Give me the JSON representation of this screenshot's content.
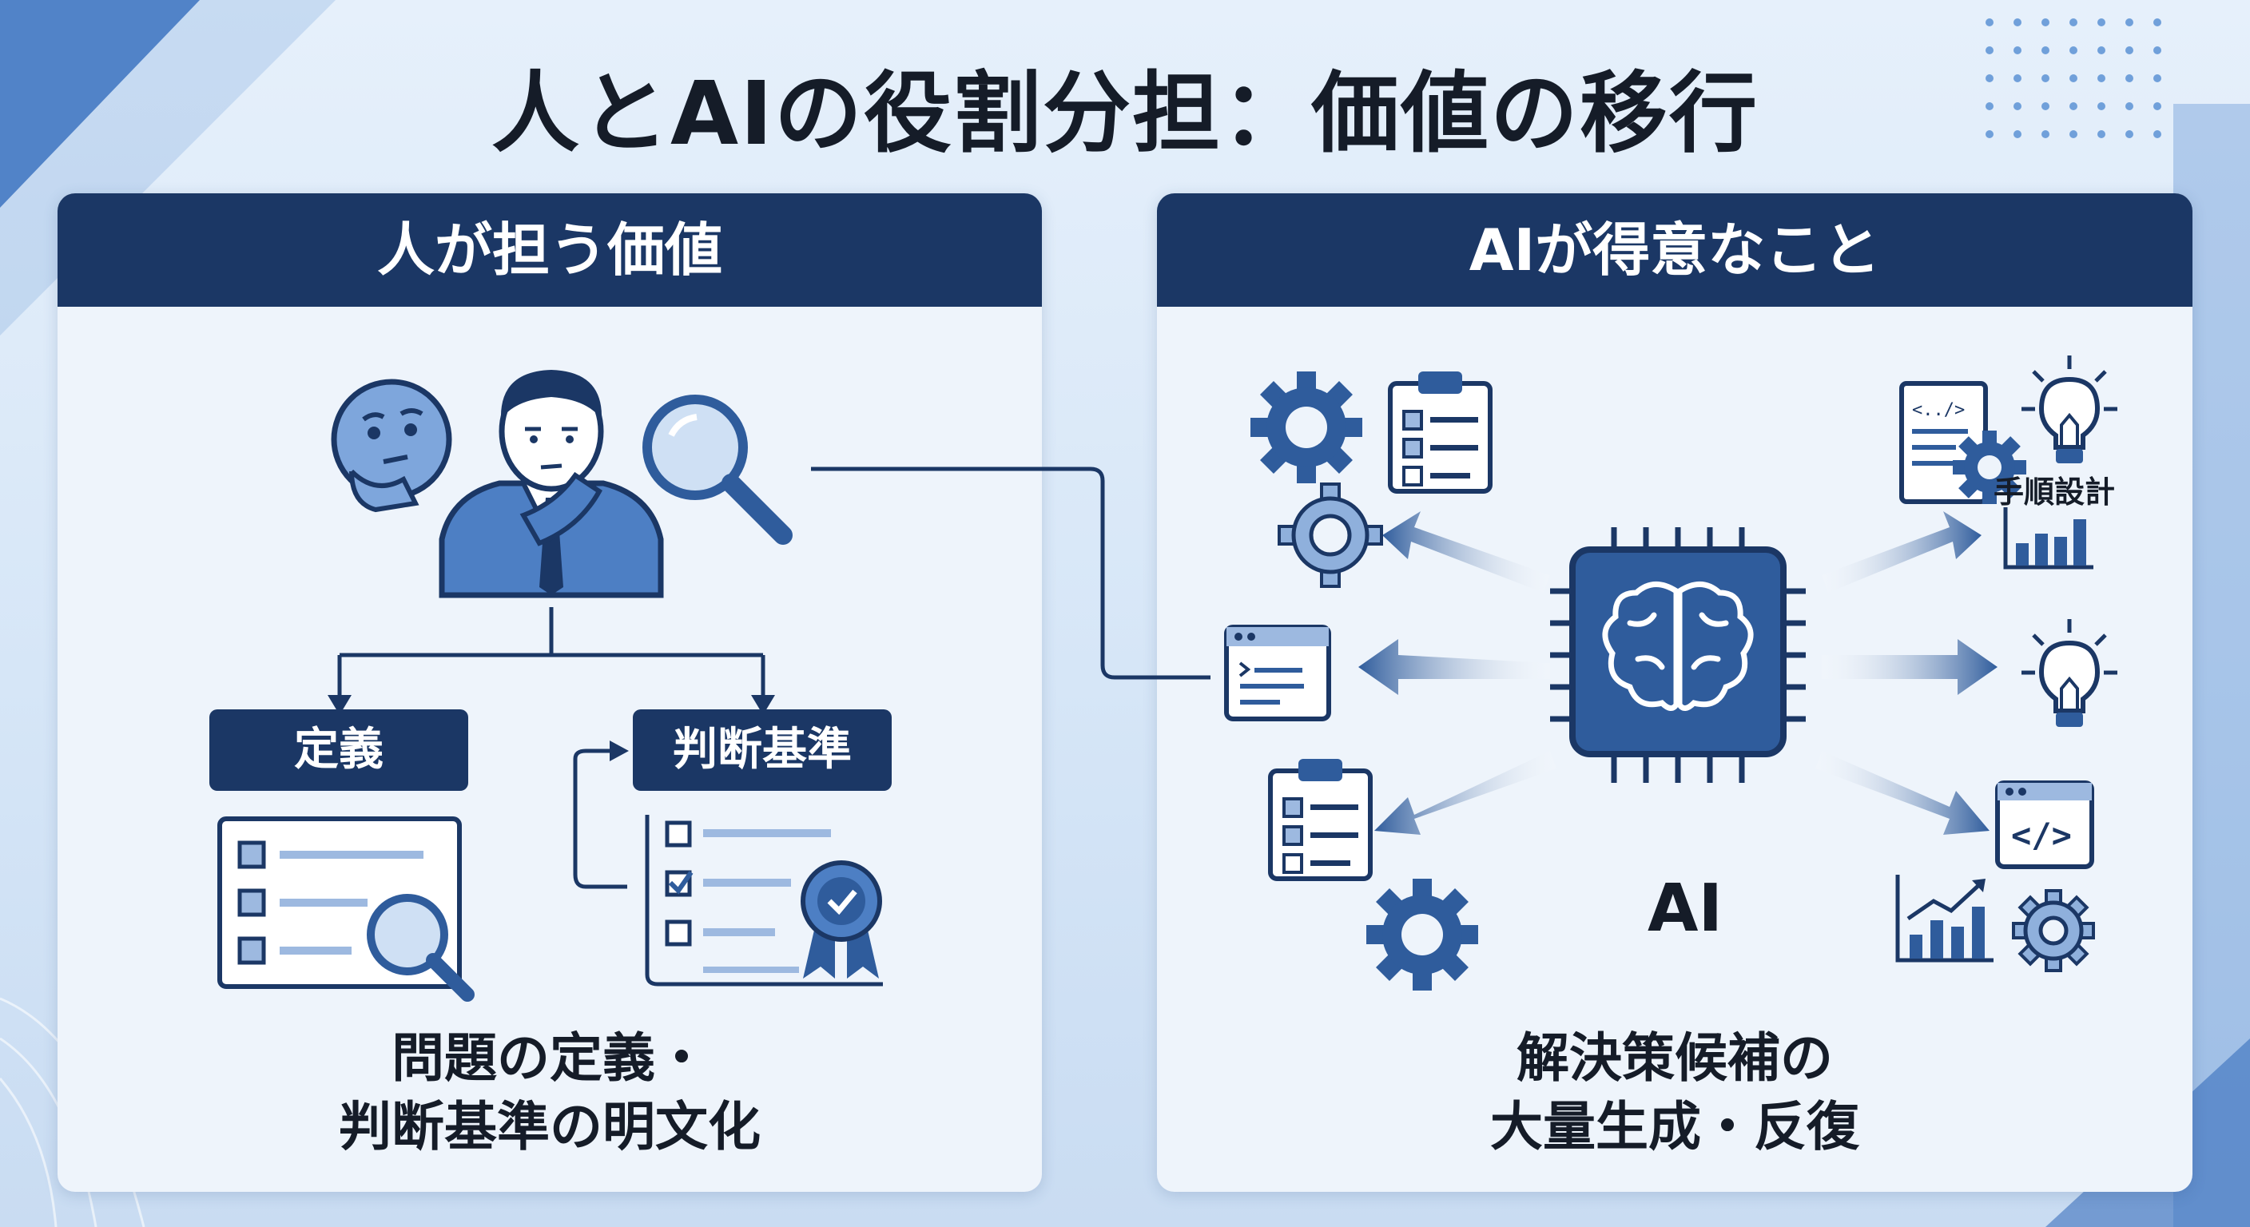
{
  "title": "人とAIの役割分担：価値の移行",
  "left_panel": {
    "header": "人が担う価値",
    "pill_definition": "定義",
    "pill_criteria": "判断基準",
    "caption_line1": "問題の定義・",
    "caption_line2": "判断基準の明文化"
  },
  "right_panel": {
    "header": "AIが得意なこと",
    "ai_label": "AI",
    "procedure_label": "手順設計",
    "caption_line1": "解決策候補の",
    "caption_line2": "大量生成・反復"
  },
  "colors": {
    "navy": "#1b3765",
    "blue": "#2f5c9c",
    "light_blue": "#b9d0ee",
    "background": "#dfeaf7"
  }
}
